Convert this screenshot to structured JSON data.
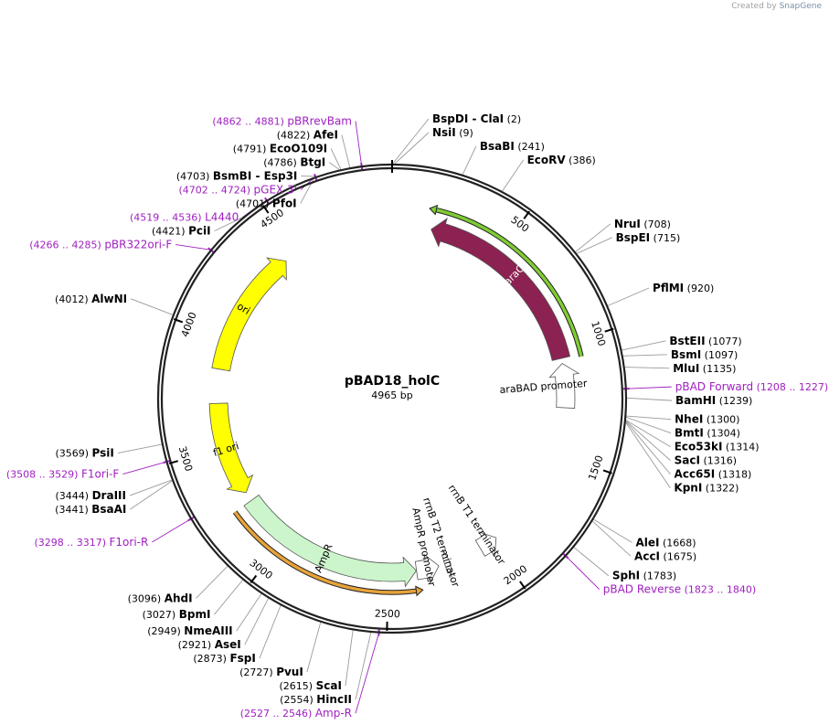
{
  "credit": {
    "prefix": "Created by",
    "brand": "SnapGene"
  },
  "plasmid": {
    "name": "pBAD18_holC",
    "length_label": "4965 bp",
    "length": 4965
  },
  "ticks": [
    {
      "pos": 500,
      "label": "500"
    },
    {
      "pos": 1000,
      "label": "1000"
    },
    {
      "pos": 1500,
      "label": "1500"
    },
    {
      "pos": 2000,
      "label": "2000"
    },
    {
      "pos": 2500,
      "label": "2500"
    },
    {
      "pos": 3000,
      "label": "3000"
    },
    {
      "pos": 3500,
      "label": "3500"
    },
    {
      "pos": 4000,
      "label": "4000"
    },
    {
      "pos": 4500,
      "label": "4500"
    }
  ],
  "features": [
    {
      "name": "araC",
      "color": "#8b2252",
      "start": 1057,
      "end": 179,
      "dir": "ccw",
      "track": "mid"
    },
    {
      "name": "araBAD promoter",
      "color": "#ffffff",
      "start": 1283,
      "end": 1080,
      "dir": "ccw",
      "track": "mid"
    },
    {
      "name": "rrnB T1 terminator",
      "color": "#ffffff",
      "start": 2062,
      "end": 1975,
      "dir": "ccw",
      "track": "mid"
    },
    {
      "name": "rrnB T2 terminator",
      "color": "#ffffff",
      "start": 2239,
      "end": 2212,
      "dir": "ccw",
      "track": "mid"
    },
    {
      "name": "AmpR promoter",
      "color": "#ffffff",
      "start": 2371,
      "end": 2267,
      "dir": "ccw",
      "track": "mid"
    },
    {
      "name": "AmpR",
      "color": "#ccf5cc",
      "start": 3229,
      "end": 2372,
      "dir": "ccw",
      "track": "mid"
    },
    {
      "name": "f1 ori",
      "color": "#ffff00",
      "start": 3702,
      "end": 3272,
      "dir": "ccw",
      "track": "mid"
    },
    {
      "name": "ori",
      "color": "#ffff00",
      "start": 3857,
      "end": 4446,
      "dir": "cw",
      "track": "mid"
    }
  ],
  "orfs": [
    {
      "color": "#7fcc33",
      "start": 1068,
      "end": 170,
      "dir": "ccw"
    },
    {
      "color": "#e8a33a",
      "start": 3230,
      "end": 2372,
      "dir": "ccw"
    }
  ],
  "sites": [
    {
      "name": "BspDI",
      "name2": "ClaI",
      "pos": 2,
      "pos_label": "(2)",
      "kind": "enzyme"
    },
    {
      "name": "NsiI",
      "pos": 9,
      "pos_label": "(9)",
      "kind": "enzyme"
    },
    {
      "name": "BsaBI",
      "pos": 241,
      "pos_label": "(241)",
      "kind": "enzyme"
    },
    {
      "name": "EcoRV",
      "pos": 386,
      "pos_label": "(386)",
      "kind": "enzyme"
    },
    {
      "name": "NruI",
      "pos": 708,
      "pos_label": "(708)",
      "kind": "enzyme"
    },
    {
      "name": "BspEI",
      "pos": 715,
      "pos_label": "(715)",
      "kind": "enzyme"
    },
    {
      "name": "PflMI",
      "pos": 920,
      "pos_label": "(920)",
      "kind": "enzyme"
    },
    {
      "name": "BstEII",
      "pos": 1077,
      "pos_label": "(1077)",
      "kind": "enzyme"
    },
    {
      "name": "BsmI",
      "pos": 1097,
      "pos_label": "(1097)",
      "kind": "enzyme"
    },
    {
      "name": "MluI",
      "pos": 1135,
      "pos_label": "(1135)",
      "kind": "enzyme"
    },
    {
      "name": "pBAD Forward",
      "pos": 1208,
      "pos_label": "(1208 .. 1227)",
      "kind": "primer"
    },
    {
      "name": "BamHI",
      "pos": 1239,
      "pos_label": "(1239)",
      "kind": "enzyme"
    },
    {
      "name": "NheI",
      "pos": 1300,
      "pos_label": "(1300)",
      "kind": "enzyme"
    },
    {
      "name": "BmtI",
      "pos": 1304,
      "pos_label": "(1304)",
      "kind": "enzyme"
    },
    {
      "name": "Eco53kI",
      "pos": 1314,
      "pos_label": "(1314)",
      "kind": "enzyme"
    },
    {
      "name": "SacI",
      "pos": 1316,
      "pos_label": "(1316)",
      "kind": "enzyme"
    },
    {
      "name": "Acc65I",
      "pos": 1318,
      "pos_label": "(1318)",
      "kind": "enzyme"
    },
    {
      "name": "KpnI",
      "pos": 1322,
      "pos_label": "(1322)",
      "kind": "enzyme"
    },
    {
      "name": "AleI",
      "pos": 1668,
      "pos_label": "(1668)",
      "kind": "enzyme"
    },
    {
      "name": "AccI",
      "pos": 1675,
      "pos_label": "(1675)",
      "kind": "enzyme"
    },
    {
      "name": "SphI",
      "pos": 1783,
      "pos_label": "(1783)",
      "kind": "enzyme"
    },
    {
      "name": "pBAD Reverse",
      "pos": 1823,
      "pos_label": "(1823 .. 1840)",
      "kind": "primer"
    },
    {
      "name": "Amp-R",
      "pos": 2527,
      "pos_label": "(2527 .. 2546)",
      "kind": "primer"
    },
    {
      "name": "HincII",
      "pos": 2554,
      "pos_label": "(2554)",
      "kind": "enzyme"
    },
    {
      "name": "ScaI",
      "pos": 2615,
      "pos_label": "(2615)",
      "kind": "enzyme"
    },
    {
      "name": "PvuI",
      "pos": 2727,
      "pos_label": "(2727)",
      "kind": "enzyme"
    },
    {
      "name": "FspI",
      "pos": 2873,
      "pos_label": "(2873)",
      "kind": "enzyme"
    },
    {
      "name": "AseI",
      "pos": 2921,
      "pos_label": "(2921)",
      "kind": "enzyme"
    },
    {
      "name": "NmeAIII",
      "pos": 2949,
      "pos_label": "(2949)",
      "kind": "enzyme"
    },
    {
      "name": "BpmI",
      "pos": 3027,
      "pos_label": "(3027)",
      "kind": "enzyme"
    },
    {
      "name": "AhdI",
      "pos": 3096,
      "pos_label": "(3096)",
      "kind": "enzyme"
    },
    {
      "name": "F1ori-R",
      "pos": 3298,
      "pos_label": "(3298 .. 3317)",
      "kind": "primer"
    },
    {
      "name": "BsaAI",
      "pos": 3441,
      "pos_label": "(3441)",
      "kind": "enzyme"
    },
    {
      "name": "DraIII",
      "pos": 3444,
      "pos_label": "(3444)",
      "kind": "enzyme"
    },
    {
      "name": "F1ori-F",
      "pos": 3508,
      "pos_label": "(3508 .. 3529)",
      "kind": "primer"
    },
    {
      "name": "PsiI",
      "pos": 3569,
      "pos_label": "(3569)",
      "kind": "enzyme"
    },
    {
      "name": "AlwNI",
      "pos": 4012,
      "pos_label": "(4012)",
      "kind": "enzyme"
    },
    {
      "name": "pBR322ori-F",
      "pos": 4266,
      "pos_label": "(4266 .. 4285)",
      "kind": "primer"
    },
    {
      "name": "PciI",
      "pos": 4421,
      "pos_label": "(4421)",
      "kind": "enzyme"
    },
    {
      "name": "L4440",
      "pos": 4519,
      "pos_label": "(4519 .. 4536)",
      "kind": "primer"
    },
    {
      "name": "PfoI",
      "pos": 4701,
      "pos_label": "(4701)",
      "kind": "enzyme"
    },
    {
      "name": "pGEX 3'",
      "pos": 4702,
      "pos_label": "(4702 .. 4724)",
      "kind": "primer"
    },
    {
      "name": "BsmBI",
      "name2": "Esp3I",
      "pos": 4703,
      "pos_label": "(4703)",
      "kind": "enzyme"
    },
    {
      "name": "BtgI",
      "pos": 4786,
      "pos_label": "(4786)",
      "kind": "enzyme"
    },
    {
      "name": "EcoO109I",
      "pos": 4791,
      "pos_label": "(4791)",
      "kind": "enzyme"
    },
    {
      "name": "AfeI",
      "pos": 4822,
      "pos_label": "(4822)",
      "kind": "enzyme"
    },
    {
      "name": "pBRrevBam",
      "pos": 4862,
      "pos_label": "(4862 .. 4881)",
      "kind": "primer"
    }
  ],
  "colors": {
    "backbone": "#222222",
    "enzyme_text": "#000000",
    "primer_text": "#a020c0",
    "leader": "#9a9a9a",
    "primer_leader": "#a020c0"
  }
}
